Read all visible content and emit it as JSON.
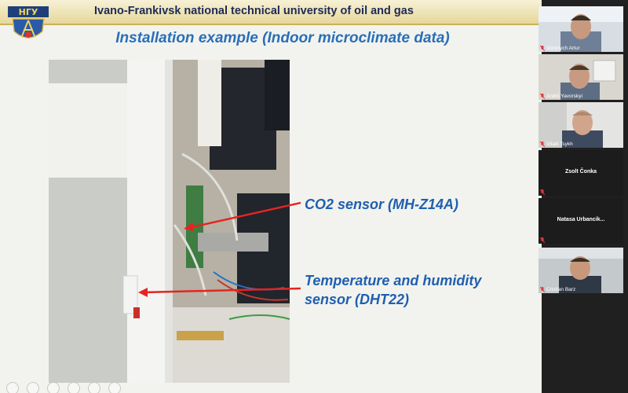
{
  "slide": {
    "university": "Ivano-Frankivsk national technical university of oil and gas",
    "title": "Installation example (Indoor microclimate data)",
    "logo_text": "НГУ",
    "annotations": [
      {
        "line1": "CO2 sensor (MH-Z14A)"
      },
      {
        "line1": "Temperature and humidity",
        "line2": "sensor (DHT22)"
      }
    ],
    "arrow_color": "#e52421",
    "accent_color": "#2a6fb7"
  },
  "toolbar": {
    "icons": [
      "previous-icon",
      "next-icon",
      "pen-icon",
      "slides-icon",
      "zoom-icon",
      "more-icon"
    ]
  },
  "participants": [
    {
      "name": "Voronych Artur",
      "video": true,
      "muted": true
    },
    {
      "name": "Andrii Yavorskyi",
      "video": true,
      "muted": true
    },
    {
      "name": "Vitalii Tsykh",
      "video": true,
      "muted": true
    },
    {
      "name": "Zsolt Čonka",
      "video": false,
      "muted": true
    },
    {
      "name": "Natasa Urbancik...",
      "video": false,
      "muted": true
    },
    {
      "name": "Cristian Barz",
      "video": true,
      "muted": true
    }
  ]
}
